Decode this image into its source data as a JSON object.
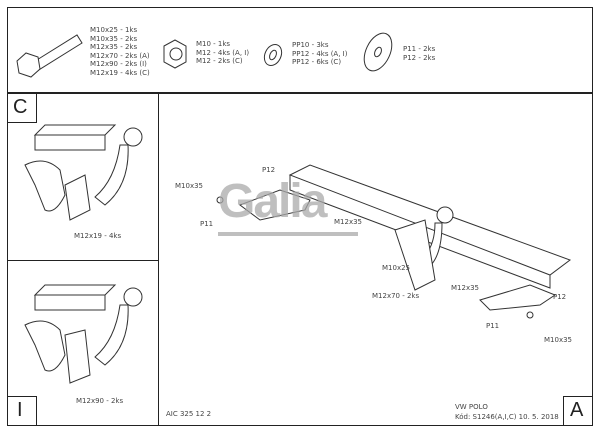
{
  "parts": {
    "bolts": [
      "M10x25 - 1ks",
      "M10x35 - 2ks",
      "M12x35 - 2ks",
      "M12x70 - 2ks (A)",
      "M12x90 - 2ks (I)",
      "M12x19 - 4ks (C)"
    ],
    "nuts": [
      "M10 - 1ks",
      "M12 - 4ks (A, I)",
      "M12 - 2ks (C)"
    ],
    "washers": [
      "PP10 - 3ks",
      "PP12 - 4ks (A, I)",
      "PP12 - 6ks (C)"
    ],
    "plates": [
      "P11 - 2ks",
      "P12 - 2ks"
    ]
  },
  "panel_c": {
    "letter": "C",
    "label": "M12x19 - 4ks"
  },
  "panel_i": {
    "letter": "I",
    "label": "M12x90 - 2ks"
  },
  "panel_a": {
    "letter": "A",
    "labels": {
      "m10x35_left": "M10x35",
      "p12_left": "P12",
      "p11_left": "P11",
      "m12x35_left": "M12x35",
      "m10x25": "M10x25",
      "m12x70": "M12x70 - 2ks",
      "m12x35_right": "M12x35",
      "p12_right": "P12",
      "p11_right": "P11",
      "m10x35_right": "M10x35"
    },
    "logo": "Galia",
    "code": "AIC 325 12 2",
    "model": "VW POLO",
    "kod": "Kód: S1246(A,I,C)  10. 5. 2018"
  }
}
